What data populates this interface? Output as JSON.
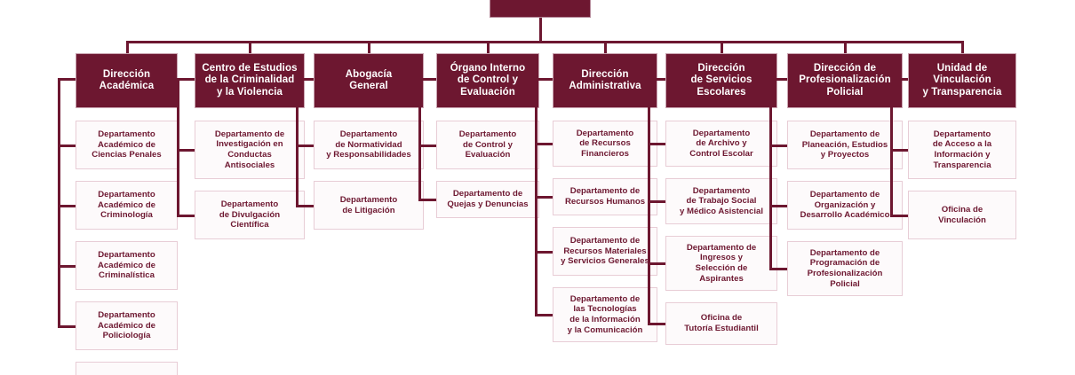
{
  "meta": {
    "title": "Organigrama institucional",
    "colors": {
      "primary": "#6d1730",
      "connector": "#6d1730",
      "child_border": "#e8cdd6",
      "child_fill": "#fdfafb",
      "head_text": "#ffffff",
      "child_text": "#6d1730",
      "background": "#ffffff"
    }
  },
  "root": {
    "label": "",
    "note": "root node cropped at top of image, no visible text"
  },
  "columns": [
    {
      "id": "direccion-academica",
      "head": "Dirección\nAcadémica",
      "children": [
        "Departamento\nAcadémico de\nCiencias Penales",
        "Departamento\nAcadémico de\nCriminología",
        "Departamento\nAcadémico de\nCriminalística",
        "Departamento\nAcadémico de\nPoliciología",
        ""
      ]
    },
    {
      "id": "centro-estudios-criminalidad",
      "head": "Centro de Estudios\nde la Criminalidad\ny la Violencia",
      "children": [
        "Departamento de\nInvestigación en\nConductas\nAntisociales",
        "Departamento\nde Divulgación\nCientífica"
      ]
    },
    {
      "id": "abogacia-general",
      "head": "Abogacía\nGeneral",
      "children": [
        "Departamento\nde Normatividad\ny Responsabilidades",
        "Departamento\nde Litigación"
      ]
    },
    {
      "id": "organo-interno-control",
      "head": "Órgano Interno\nde Control y\nEvaluación",
      "children": [
        "Departamento\nde Control y\nEvaluación",
        "Departamento de\nQuejas y Denuncias"
      ]
    },
    {
      "id": "direccion-administrativa",
      "head": "Dirección\nAdministrativa",
      "children": [
        "Departamento\nde Recursos\nFinancieros",
        "Departamento de\nRecursos Humanos",
        "Departamento de\nRecursos Materiales\ny Servicios Generales",
        "Departamento de\nlas Tecnologías\nde la Información\ny la Comunicación"
      ]
    },
    {
      "id": "direccion-servicios-escolares",
      "head": "Dirección\nde Servicios\nEscolares",
      "children": [
        "Departamento\nde Archivo y\nControl Escolar",
        "Departamento\nde Trabajo Social\ny Médico Asistencial",
        "Departamento de\nIngresos y\nSelección de\nAspirantes",
        "Oficina de\nTutoría Estudiantil"
      ]
    },
    {
      "id": "direccion-profesionalizacion-policial",
      "head": "Dirección de\nProfesionalización\nPolicial",
      "children": [
        "Departamento de\nPlaneación, Estudios\ny Proyectos",
        "Departamento de\nOrganización y\nDesarrollo Académico",
        "Departamento de\nProgramación de\nProfesionalización\nPolicial"
      ]
    },
    {
      "id": "unidad-vinculacion-transparencia",
      "head": "Unidad de\nVinculación\ny Transparencia",
      "children": [
        "Departamento\nde Acceso a la\nInformación y\nTransparencia",
        "Oficina de\nVinculación"
      ]
    }
  ]
}
